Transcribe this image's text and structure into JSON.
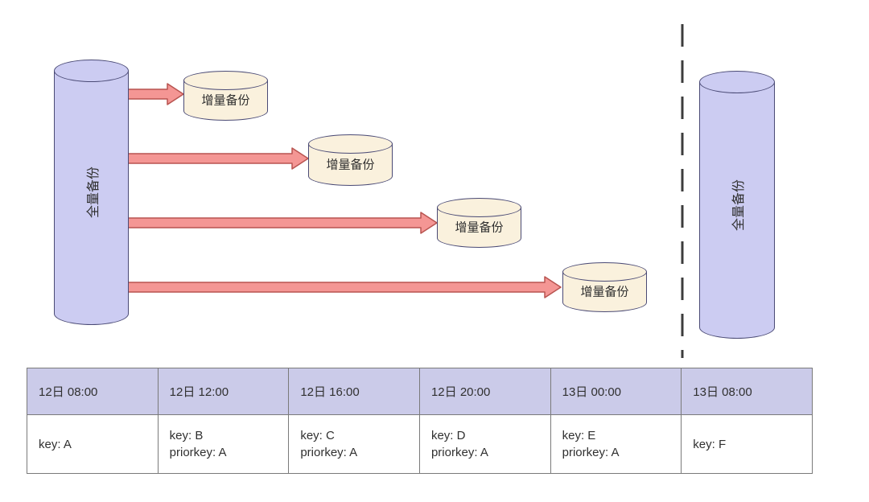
{
  "diagram": {
    "full_backup_left": {
      "label": "全量备份"
    },
    "full_backup_right": {
      "label": "全量备份"
    },
    "incremental_backups": [
      {
        "label": "增量备份"
      },
      {
        "label": "增量备份"
      },
      {
        "label": "增量备份"
      },
      {
        "label": "增量备份"
      }
    ]
  },
  "table": {
    "headers": [
      "12日 08:00",
      "12日 12:00",
      "12日 16:00",
      "12日 20:00",
      "13日 00:00",
      "13日 08:00"
    ],
    "cells": [
      {
        "line1": "key: A",
        "line2": ""
      },
      {
        "line1": "key: B",
        "line2": "priorkey: A"
      },
      {
        "line1": "key: C",
        "line2": "priorkey: A"
      },
      {
        "line1": "key: D",
        "line2": "priorkey: A"
      },
      {
        "line1": "key: E",
        "line2": "priorkey: A"
      },
      {
        "line1": "key: F",
        "line2": ""
      }
    ]
  },
  "colors": {
    "cylinder_fill": "#ccccf2",
    "cylinder_stroke": "#4a4a75",
    "incremental_fill": "#faf1dd",
    "arrow_fill": "#f49694",
    "arrow_stroke": "#b85450",
    "table_header_bg": "#cbcbe9",
    "table_border": "#7a7a7a"
  }
}
